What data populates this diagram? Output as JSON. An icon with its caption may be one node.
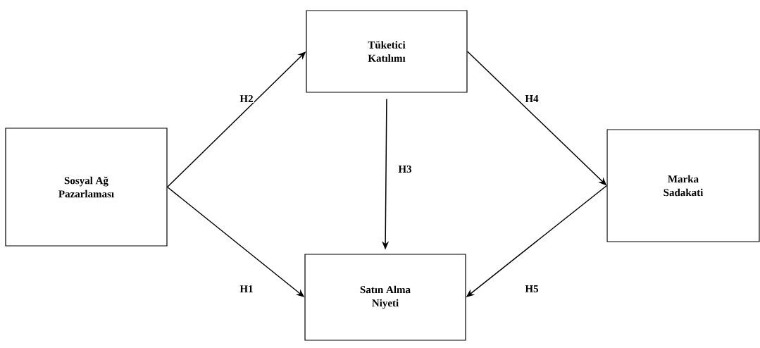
{
  "diagram": {
    "nodes": [
      {
        "text": [
          "Sosyal Ağ Pazarlaması"
        ]
      },
      {
        "text": [
          "Tüketici Katılımı"
        ]
      },
      {
        "text": [
          "Marka Sadakati"
        ]
      },
      {
        "text": [
          "Satın Alma Niyeti"
        ]
      }
    ],
    "edges": [
      {
        "from": 0,
        "to": 3,
        "arrow": "to",
        "label": "H1"
      },
      {
        "from": 0,
        "to": 1,
        "arrow": "to",
        "label": "H2"
      },
      {
        "from": 1,
        "to": 3,
        "arrow": "to",
        "label": "H3"
      },
      {
        "from": 1,
        "to": 2,
        "arrow": "to",
        "label": "H4"
      },
      {
        "from": 2,
        "to": 3,
        "arrow": "to",
        "label": "H5"
      }
    ]
  }
}
